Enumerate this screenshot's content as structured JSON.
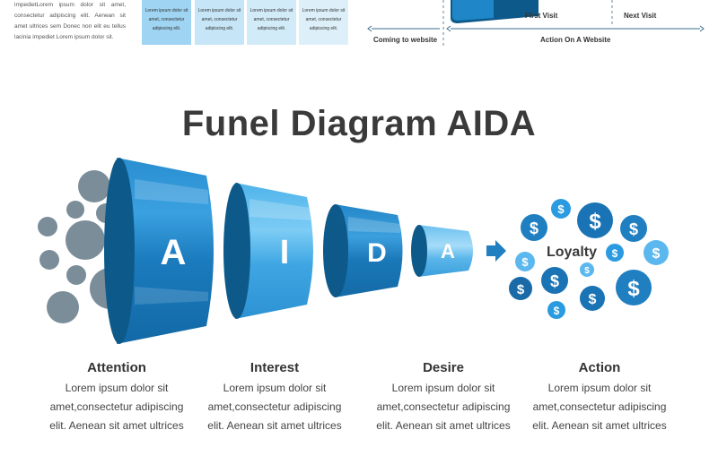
{
  "top": {
    "paragraph": "impedietLorem ipsum dolor sit amet, consectetur adipiscing elit. Aenean sit amet ultrices sem Donec non elit eu tellus lacinia impediet Lorem ipsum dolor sit.",
    "cards": [
      "Lorem ipsum dolor sit amet, consectetur adipiscing elit.",
      "Lorem ipsum dolor sit amet, consectetur adipiscing elit.",
      "Lorem ipsum dolor sit amet, consectetur adipiscing elit.",
      "Lorem ipsum dolor sit amet, consectetur adipiscing elit."
    ],
    "first_visit": "First Visit",
    "next_visit": "Next Visit",
    "coming_to_website": "Coming to website",
    "action_on_website": "Action On A Website"
  },
  "title": "Funel Diagram AIDA",
  "funnel_letters": [
    "A",
    "I",
    "D",
    "A"
  ],
  "loyalty_label": "Loyalty",
  "coin_symbol": "$",
  "stages": [
    {
      "title": "Attention",
      "desc": [
        "Lorem ipsum dolor sit",
        "amet,consectetur adipiscing",
        "elit. Aenean sit amet ultrices"
      ]
    },
    {
      "title": "Interest",
      "desc": [
        "Lorem ipsum dolor sit",
        "amet,consectetur adipiscing",
        "elit. Aenean sit amet ultrices"
      ]
    },
    {
      "title": "Desire",
      "desc": [
        "Lorem ipsum dolor sit",
        "amet,consectetur adipiscing",
        "elit. Aenean sit amet ultrices"
      ]
    },
    {
      "title": "Action",
      "desc": [
        "Lorem ipsum dolor sit",
        "amet,consectetur adipiscing",
        "elit. Aenean sit amet ultrices"
      ]
    }
  ],
  "colors": {
    "dark_blue": "#0d5a8a",
    "blue": "#1f86c8",
    "light_blue": "#5bb8ee",
    "grey_bubble": "#7b8d99",
    "card1": "#9fd4f3",
    "card2": "#c6e6f8",
    "card3": "#d2ebf9",
    "card4": "#ddf0fa"
  }
}
